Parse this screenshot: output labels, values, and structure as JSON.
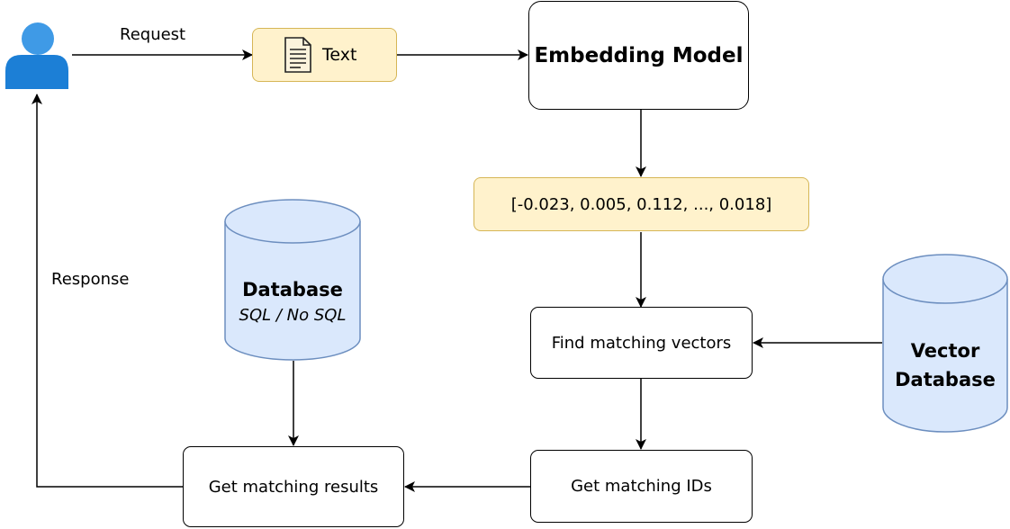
{
  "diagram": {
    "request_label": "Request",
    "response_label": "Response",
    "text_node": {
      "label": "Text",
      "icon": "document-icon"
    },
    "embedding_model": {
      "label": "Embedding Model"
    },
    "vector_output": {
      "label": "[-0.023, 0.005, 0.112, ..., 0.018]"
    },
    "find_vectors": {
      "label": "Find matching vectors"
    },
    "matching_ids": {
      "label": "Get matching IDs"
    },
    "matching_results": {
      "label": "Get matching results"
    },
    "database": {
      "title": "Database",
      "subtitle": "SQL / No SQL"
    },
    "vector_database": {
      "line1": "Vector",
      "line2": "Database"
    },
    "user": {
      "icon": "user-icon"
    }
  },
  "colors": {
    "user_blue": "#1c7fd6",
    "cylinder_fill": "#dae8fc",
    "cylinder_stroke": "#6c8ebf",
    "yellow_fill": "#fff2cc",
    "yellow_stroke": "#d6b656",
    "edge": "#000000"
  }
}
